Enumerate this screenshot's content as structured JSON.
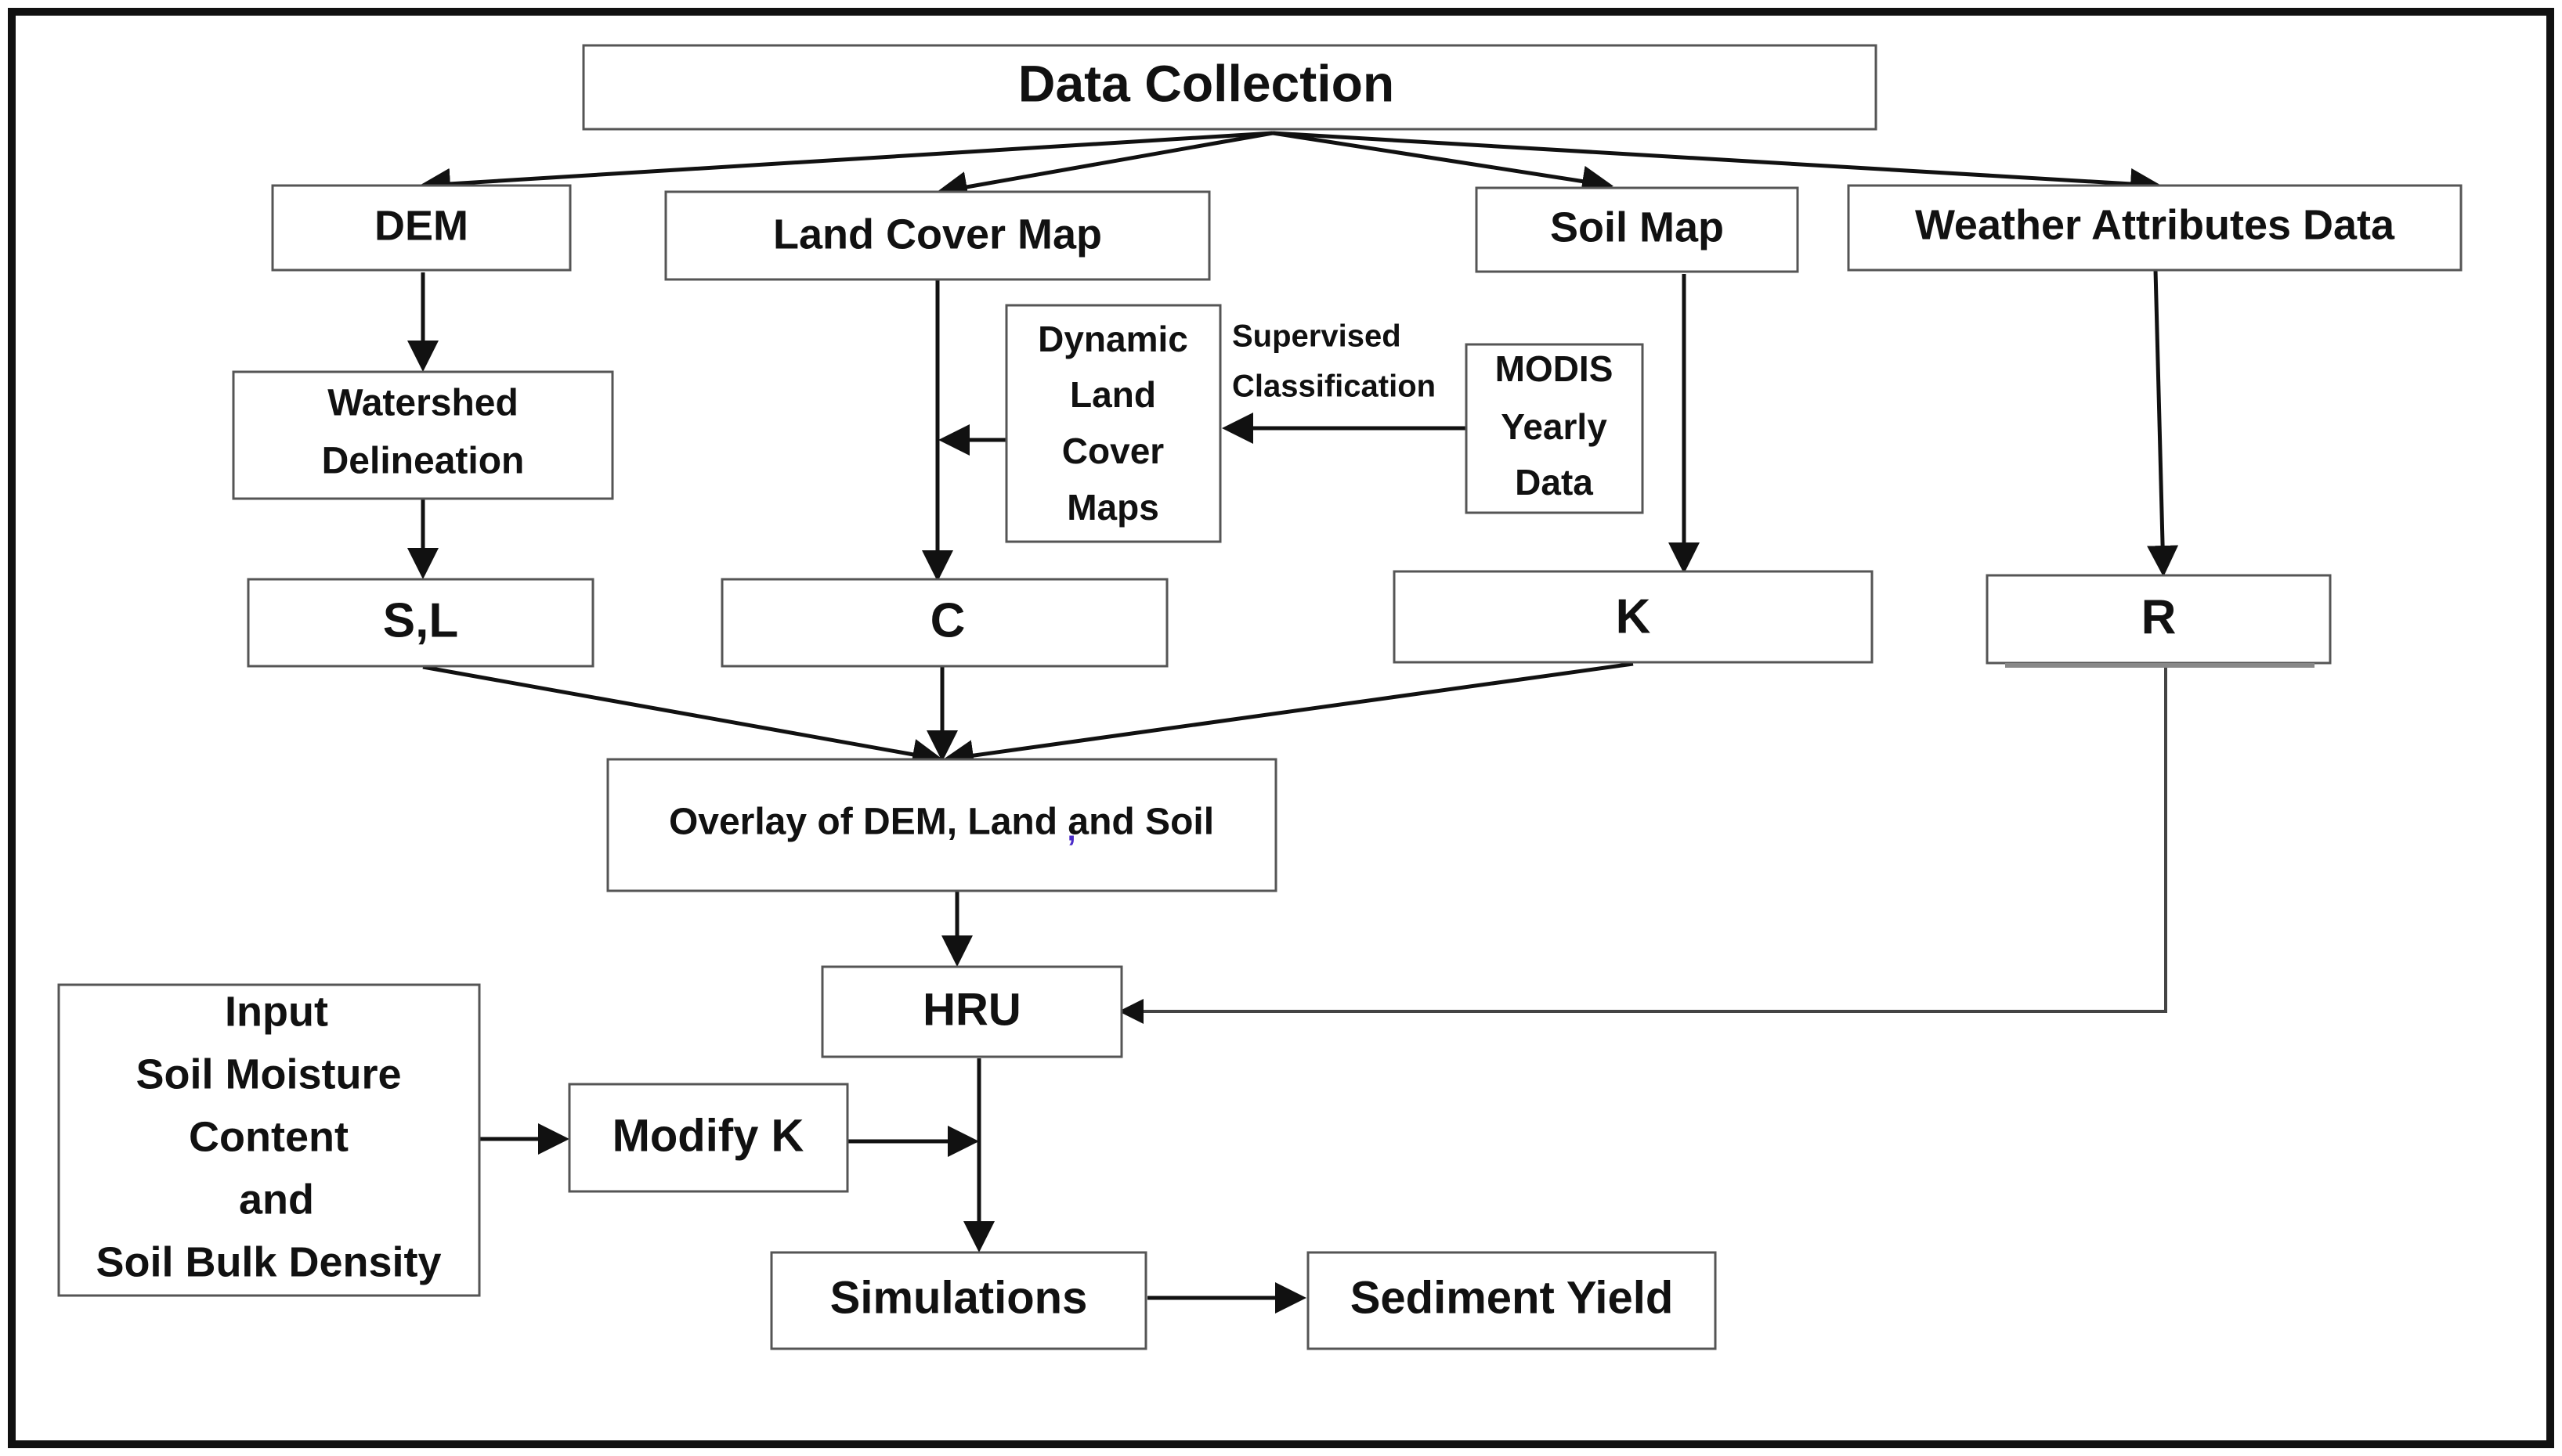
{
  "boxes": {
    "data_collection": "Data Collection",
    "dem": "DEM",
    "land_cover_map": "Land Cover Map",
    "soil_map": "Soil Map",
    "weather_attributes_data": "Weather Attributes Data",
    "watershed_delineation": [
      "Watershed",
      "Delineation"
    ],
    "dynamic_land_cover_maps": [
      "Dynamic",
      "Land",
      "Cover",
      "Maps"
    ],
    "modis_yearly_data": [
      "MODIS",
      "Yearly",
      "Data"
    ],
    "s_l": "S,L",
    "c": "C",
    "k": "K",
    "r": "R",
    "overlay": "Overlay of DEM, Land and Soil",
    "hru": "HRU",
    "input_soil": [
      "Input",
      "Soil Moisture",
      "Content",
      "and",
      "Soil Bulk Density"
    ],
    "modify_k": "Modify K",
    "simulations": "Simulations",
    "sediment_yield": "Sediment Yield"
  },
  "edge_labels": {
    "supervised_classification": [
      "Supervised",
      "Classification"
    ]
  }
}
